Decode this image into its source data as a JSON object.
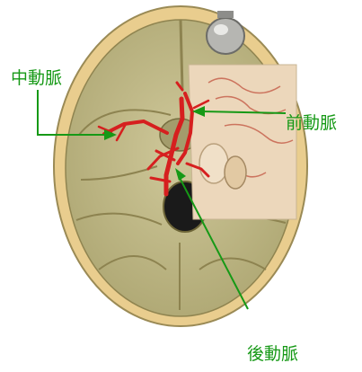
{
  "labels": {
    "middle_cerebral_artery": "中動脈",
    "anterior_cerebral_artery": "前動脈",
    "posterior_cerebral_artery": "後動脈"
  },
  "colors": {
    "label_and_pointer": "#169916",
    "artery": "#d61f1f",
    "skull_rim": "#e6c98a",
    "skull_fossa": "#c4bd8a",
    "brain_tissue": "#ecd4b6"
  }
}
